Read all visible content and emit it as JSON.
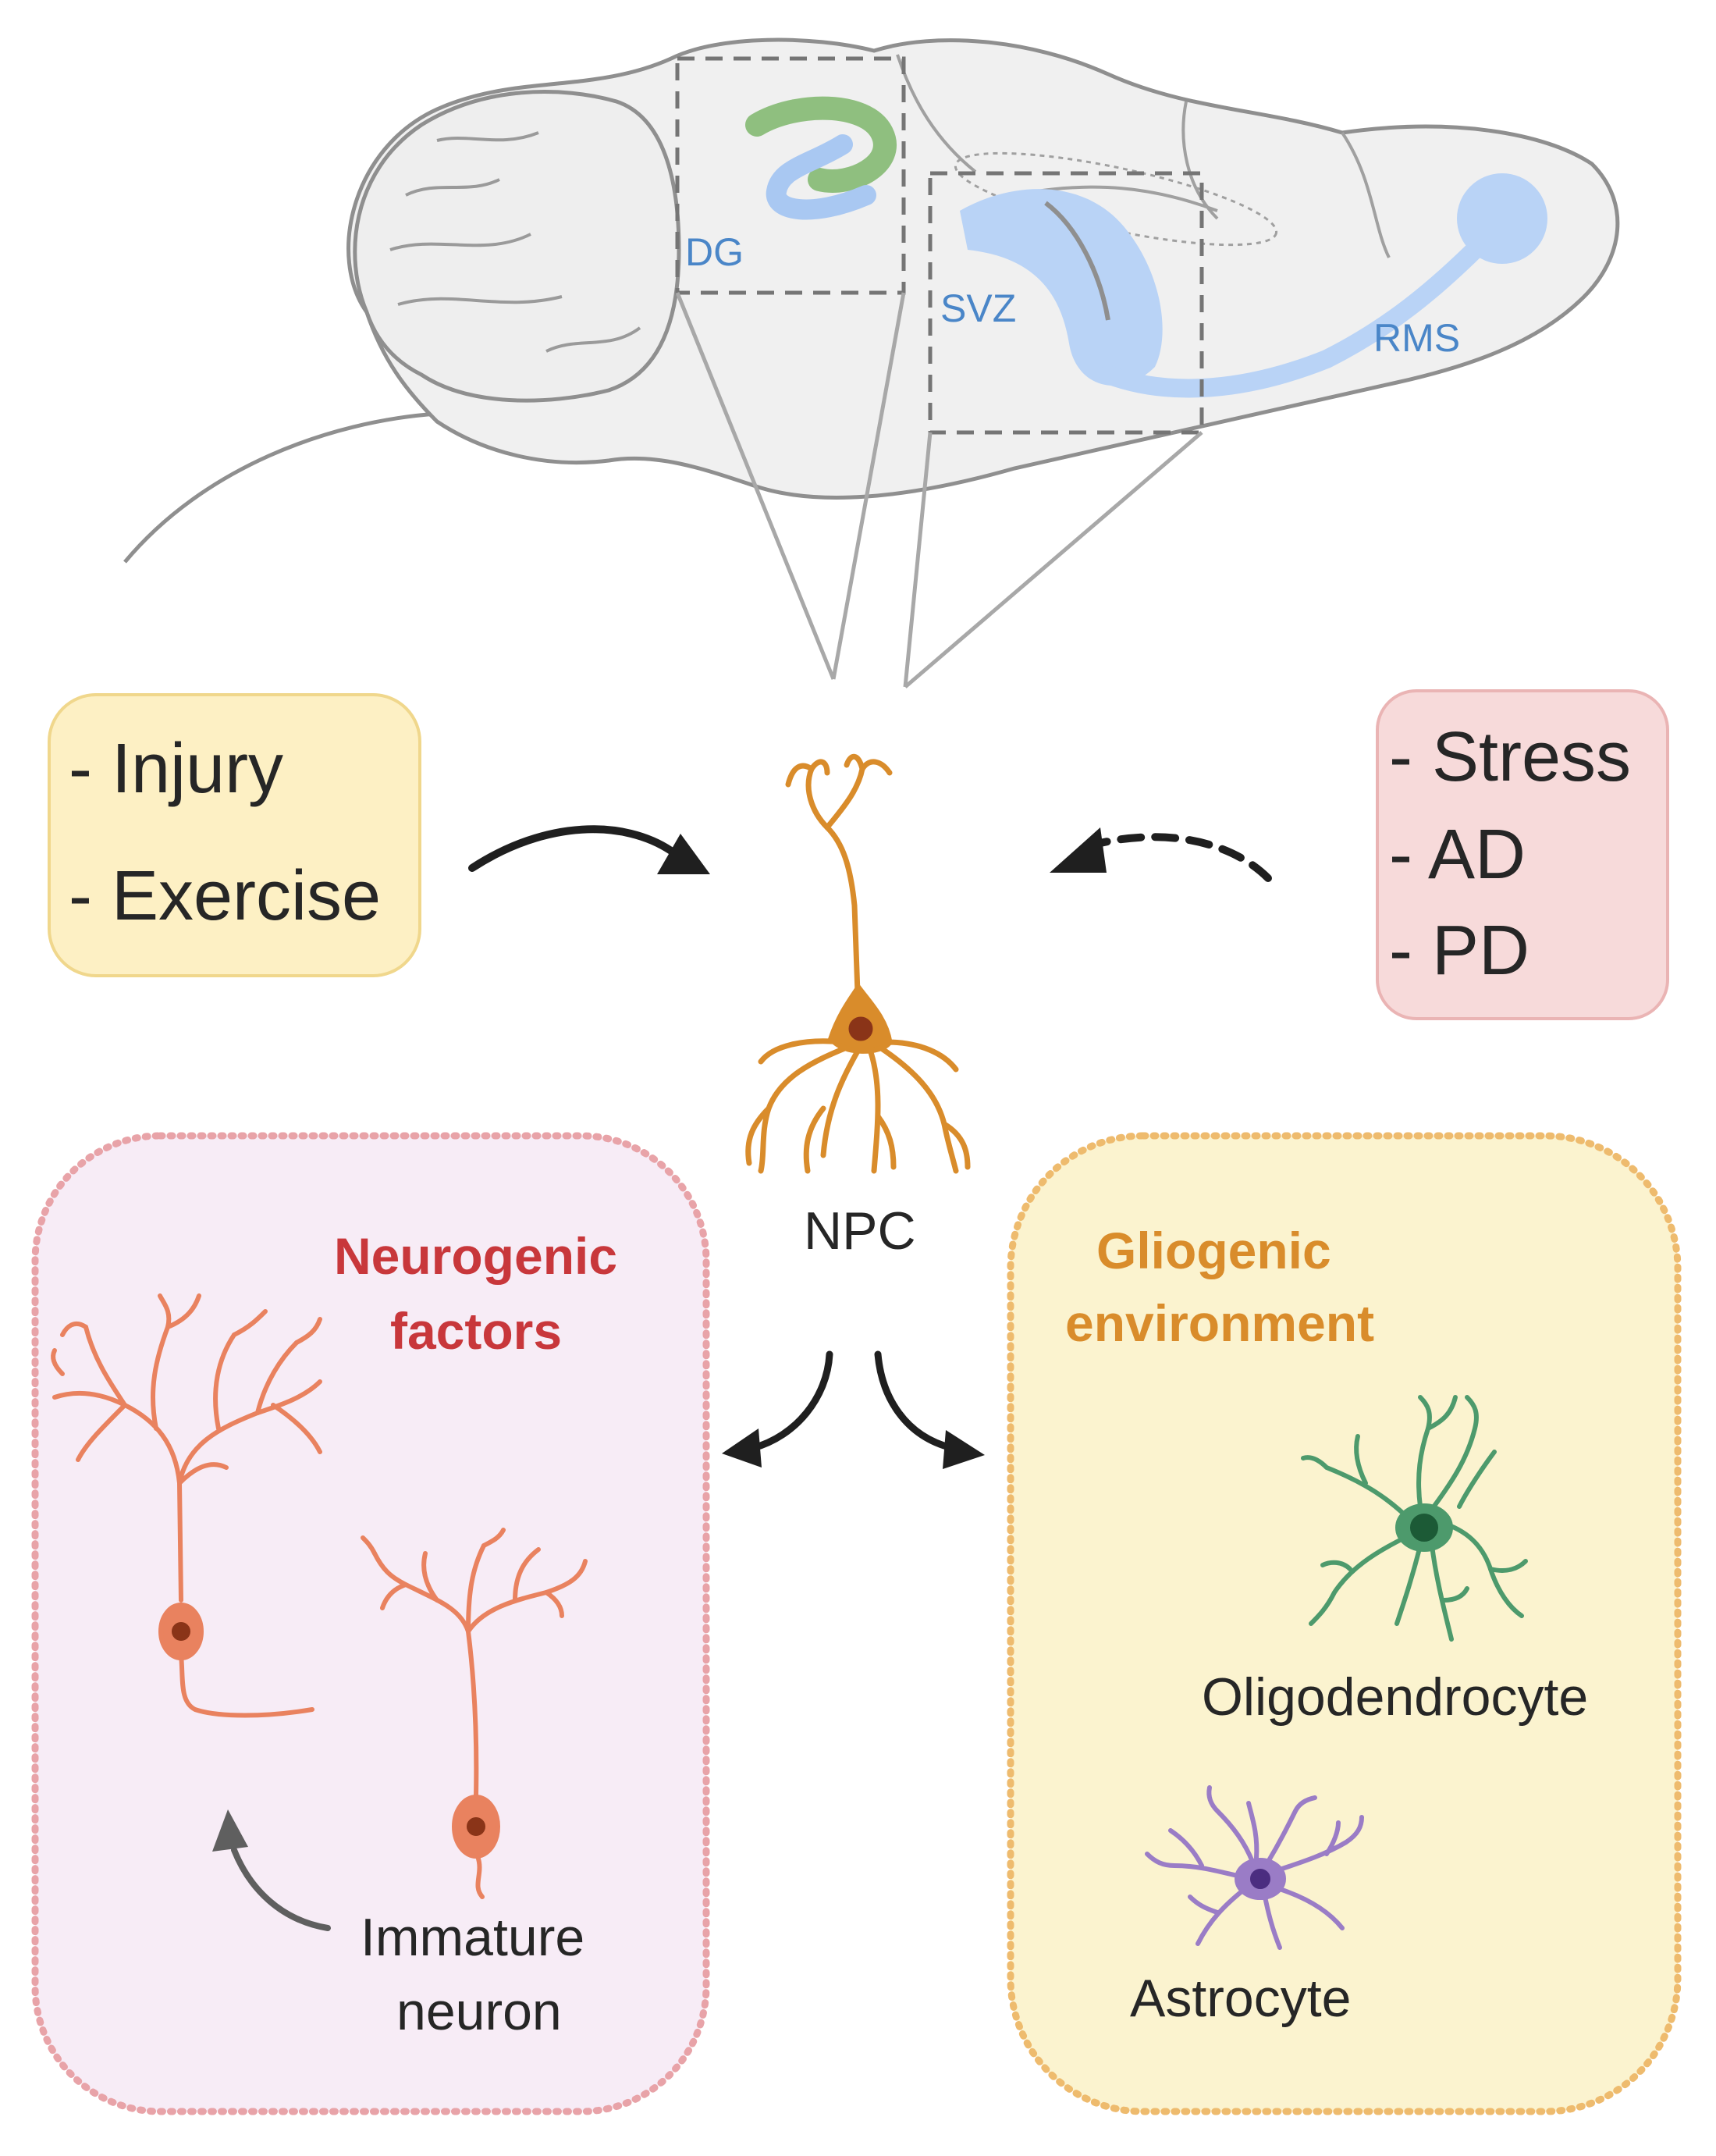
{
  "brain": {
    "region_dg": "DG",
    "region_svz": "SVZ",
    "region_rms": "RMS"
  },
  "promoters": {
    "items": [
      "- Injury",
      "- Exercise"
    ],
    "fill": "#fdf0c4",
    "stroke": "#f0d78c"
  },
  "inhibitors": {
    "items": [
      "- Stress",
      "- AD",
      "- PD"
    ],
    "fill": "#f7dada",
    "stroke": "#eab4b4"
  },
  "center": {
    "label": "NPC",
    "color": "#d98c2b"
  },
  "neurogenic": {
    "title_line1": "Neurogenic",
    "title_line2": "factors",
    "immature_line1": "Immature",
    "immature_line2": "neuron",
    "fill": "#f7ecf6",
    "border": "#e8a3a8",
    "neuron_color": "#e9825f"
  },
  "gliogenic": {
    "title_line1": "Gliogenic",
    "title_line2": "environment",
    "oligodendrocyte": "Oligodendrocyte",
    "astrocyte": "Astrocyte",
    "fill": "#fbf3cf",
    "border": "#eebb6e",
    "oligo_color": "#4d9a6c",
    "astro_color": "#9a7cc6"
  }
}
